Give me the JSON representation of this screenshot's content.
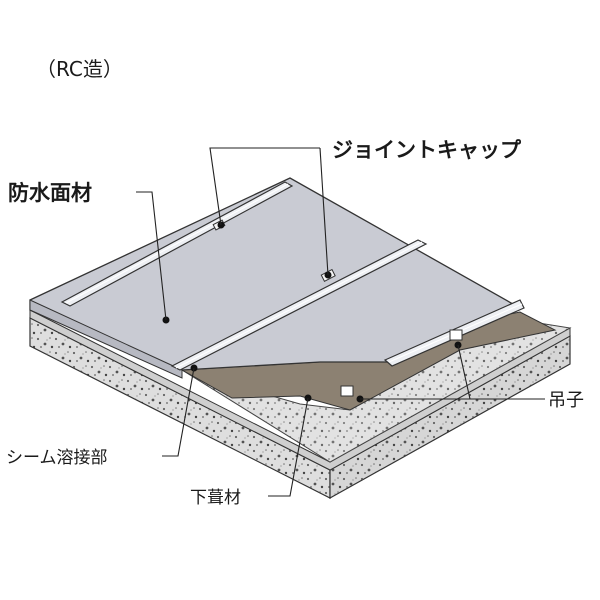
{
  "caption": "（RC造）",
  "labels": {
    "joint_cap": "ジョイントキャップ",
    "waterproof": "防水面材",
    "seam_weld": "シーム溶接部",
    "underlay": "下葺材",
    "hanger": "吊子"
  },
  "colors": {
    "sheet": "#c9cbd3",
    "sheet_edge": "#e6e7ec",
    "underlay": "#8c8172",
    "concrete": "#e3e3e3",
    "concrete_side": "#d8d8d8",
    "ink": "#1a1a1a"
  }
}
